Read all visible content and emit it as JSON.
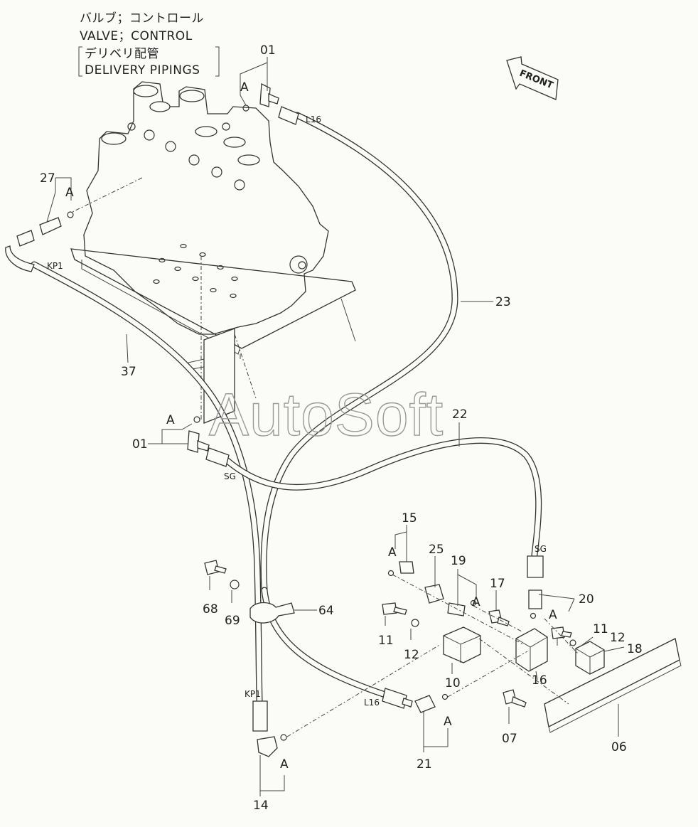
{
  "header": {
    "title_jp": "バルブ；コントロール",
    "title_en": "VALVE；CONTROL",
    "subtitle_jp": "デリベリ配管",
    "subtitle_en": "DELIVERY PIPINGS"
  },
  "front_arrow": {
    "label": "FRONT"
  },
  "watermark": {
    "text": "AutoSoft"
  },
  "hose_labels": {
    "l16_top": "L16",
    "kp1_top": "KP1",
    "sg_mid": "SG",
    "sg_right": "SG",
    "kp1_bottom": "KP1",
    "l16_bottom": "L16"
  },
  "callouts": {
    "c01_top": "01",
    "a_01_top": "A",
    "c27": "27",
    "a_27": "A",
    "c23": "23",
    "c37": "37",
    "c22": "22",
    "c01_mid": "01",
    "a_01_mid": "A",
    "c15": "15",
    "a_15": "A",
    "c25": "25",
    "c19": "19",
    "a_19": "A",
    "c17": "17",
    "c20": "20",
    "a_20": "A",
    "c68": "68",
    "c69": "69",
    "c64": "64",
    "c11_left": "11",
    "c12_left": "12",
    "c11_right": "11",
    "c12_right": "12",
    "c18": "18",
    "c10": "10",
    "c16": "16",
    "c07": "07",
    "c06": "06",
    "c21": "21",
    "a_21": "A",
    "c14": "14",
    "a_14": "A"
  }
}
